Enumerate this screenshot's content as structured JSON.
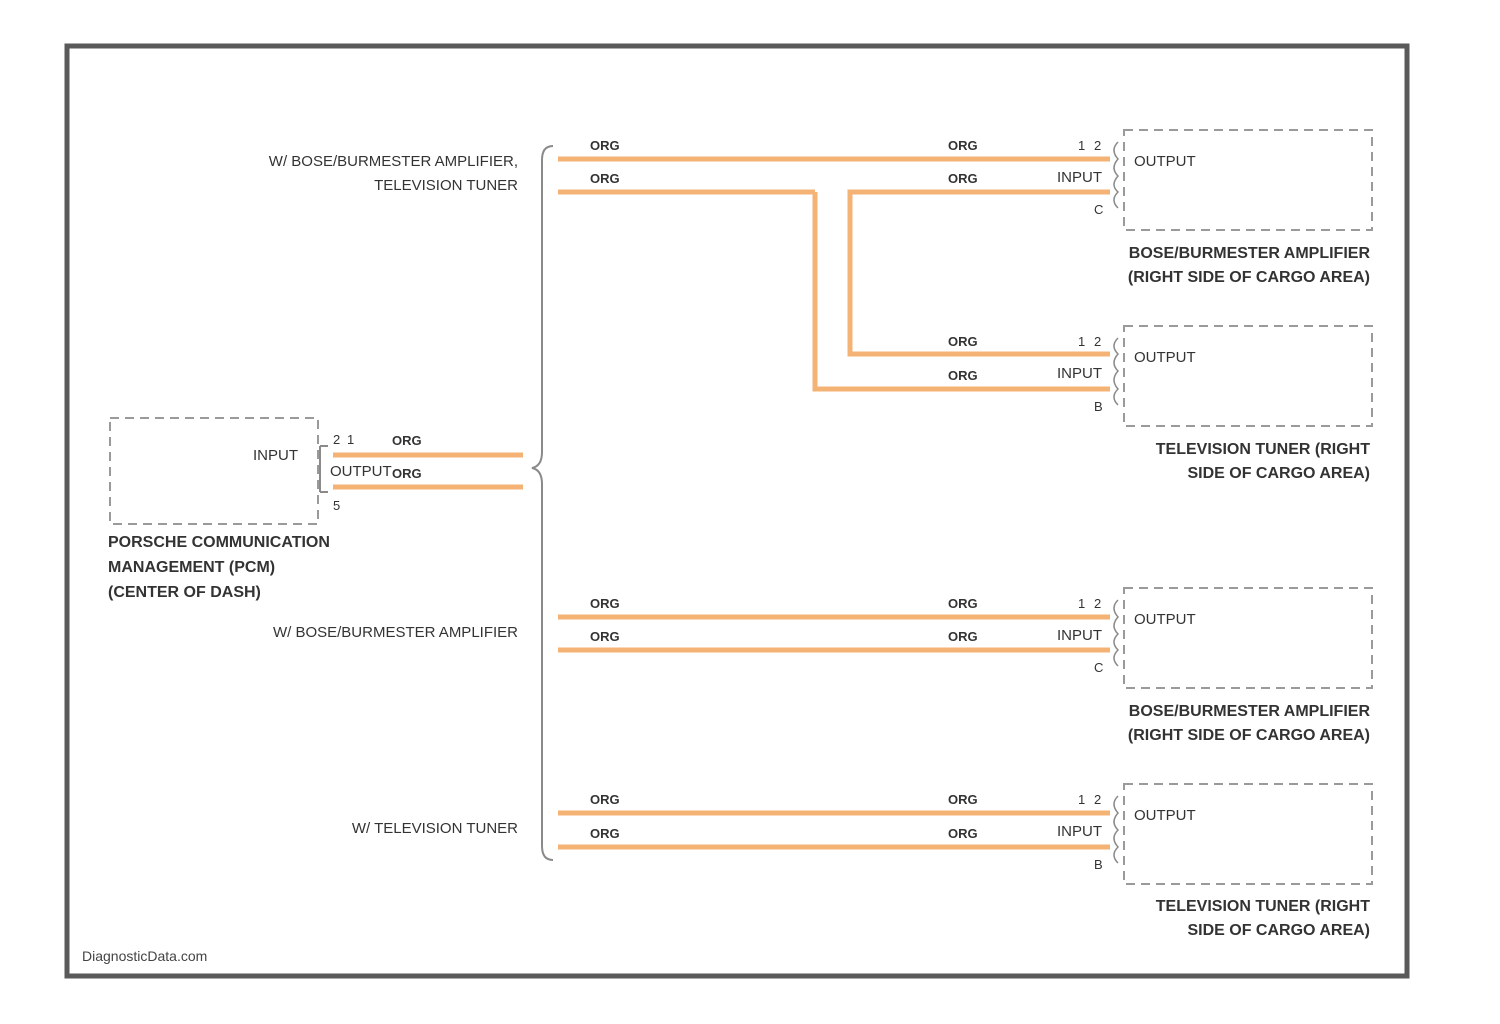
{
  "colors": {
    "wire": "#f4b375",
    "frame": "#5a5a5a",
    "text": "#333333"
  },
  "source": {
    "label_lines": [
      "PORSCHE COMMUNICATION",
      "MANAGEMENT (PCM)",
      "(CENTER OF DASH)"
    ],
    "input_label": "INPUT",
    "output_label": "OUTPUT",
    "pins": [
      "2",
      "1",
      "5"
    ],
    "wire_colors": [
      "ORG",
      "ORG"
    ]
  },
  "branches": [
    {
      "label_lines": [
        "W/ BOSE/BURMESTER AMPLIFIER,",
        "TELEVISION TUNER"
      ]
    },
    {
      "label_lines": [
        "W/ BOSE/BURMESTER AMPLIFIER"
      ]
    },
    {
      "label_lines": [
        "W/ TELEVISION TUNER"
      ]
    }
  ],
  "components": [
    {
      "label_lines": [
        "BOSE/BURMESTER AMPLIFIER",
        "(RIGHT SIDE OF CARGO AREA)"
      ],
      "output_label": "OUTPUT",
      "input_label": "INPUT",
      "pins": [
        "1",
        "2",
        "C"
      ],
      "wire_colors": [
        "ORG",
        "ORG",
        "ORG",
        "ORG"
      ]
    },
    {
      "label_lines": [
        "TELEVISION TUNER (RIGHT",
        "SIDE OF CARGO AREA)"
      ],
      "output_label": "OUTPUT",
      "input_label": "INPUT",
      "pins": [
        "1",
        "2",
        "B"
      ],
      "wire_colors": [
        "ORG",
        "ORG"
      ]
    },
    {
      "label_lines": [
        "BOSE/BURMESTER AMPLIFIER",
        "(RIGHT SIDE OF CARGO AREA)"
      ],
      "output_label": "OUTPUT",
      "input_label": "INPUT",
      "pins": [
        "1",
        "2",
        "C"
      ],
      "wire_colors": [
        "ORG",
        "ORG",
        "ORG",
        "ORG"
      ]
    },
    {
      "label_lines": [
        "TELEVISION TUNER (RIGHT",
        "SIDE OF CARGO AREA)"
      ],
      "output_label": "OUTPUT",
      "input_label": "INPUT",
      "pins": [
        "1",
        "2",
        "B"
      ],
      "wire_colors": [
        "ORG",
        "ORG",
        "ORG",
        "ORG"
      ]
    }
  ],
  "footer": {
    "watermark": "DiagnosticData.com"
  }
}
